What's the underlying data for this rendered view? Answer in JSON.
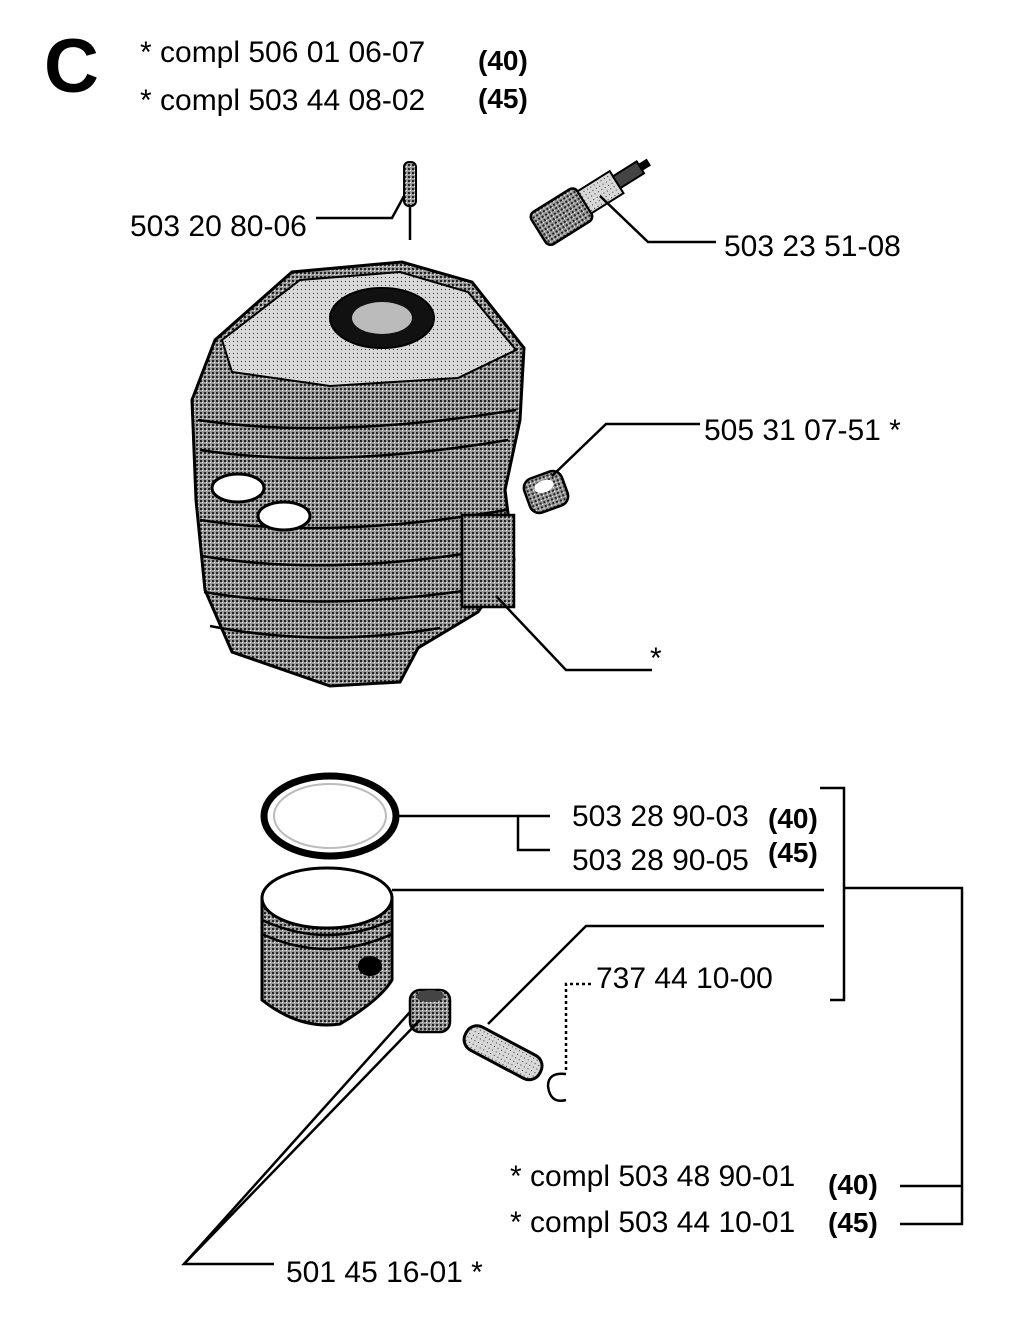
{
  "section_letter": "C",
  "header_kits": [
    {
      "text": "*  compl 506 01 06-07",
      "variant": "(40)"
    },
    {
      "text": "*  compl 503 44 08-02",
      "variant": "(45)"
    }
  ],
  "cylinder": {
    "pin_part": "503 20 80-06",
    "spark_plug_part": "503 23 51-08",
    "plug_part": "505 31 07-51  *",
    "gasket_part": "*"
  },
  "piston": {
    "ring_parts": [
      {
        "text": "503 28 90-03",
        "variant": "(40)"
      },
      {
        "text": "503 28 90-05",
        "variant": "(45)"
      }
    ],
    "circlip_part": "737 44 10-00",
    "bearing_part": "501 45 16-01  *",
    "kits": [
      {
        "text": "*  compl 503 48 90-01",
        "variant": "(40)"
      },
      {
        "text": "*  compl 503 44 10-01",
        "variant": "(45)"
      }
    ]
  },
  "colors": {
    "ink": "#000000",
    "shade": "#6b6b6b",
    "light": "#cfcfcf"
  }
}
